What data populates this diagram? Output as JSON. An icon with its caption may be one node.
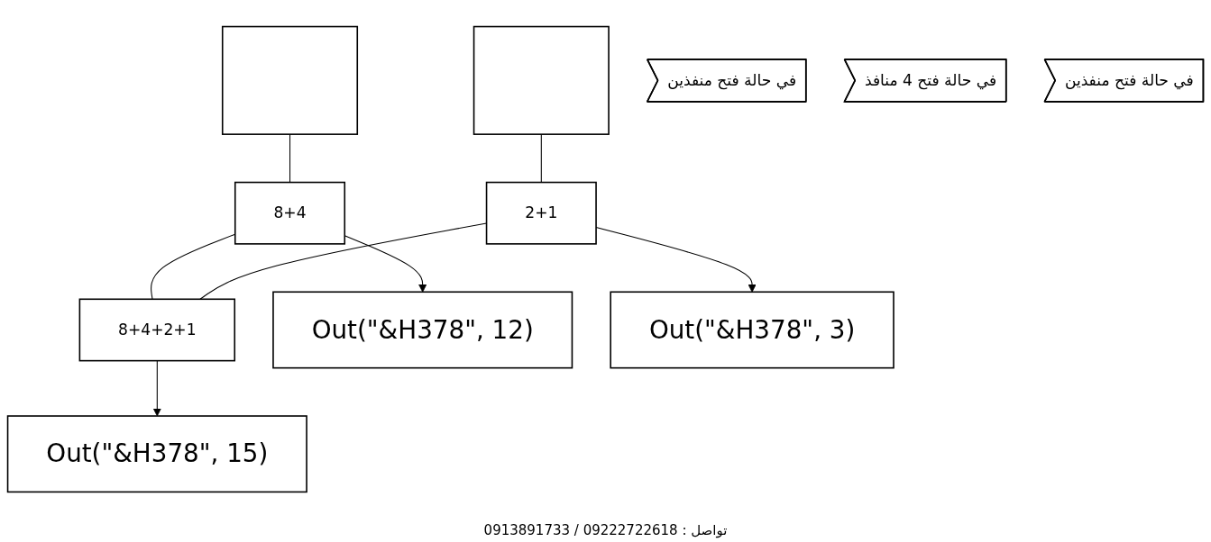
{
  "diagram": {
    "nodes": [
      {
        "text": [],
        "shape": "box"
      },
      {
        "text": [],
        "shape": "box"
      },
      {
        "text": [
          "8+4"
        ]
      },
      {
        "text": [
          "2+1"
        ]
      },
      {
        "text": [
          "8+4+2+1"
        ]
      },
      {
        "text": [
          "Out(\"&H378\", 12)"
        ]
      },
      {
        "text": [
          "Out(\"&H378\", 3)"
        ]
      },
      {
        "text": [
          "Out(\"&H378\", 15)"
        ]
      },
      {
        "text": [
          "في حالة فتح منفذين"
        ]
      },
      {
        "text": [
          "في حالة فتح 4 منافذ"
        ]
      },
      {
        "text": [
          "في حالة فتح منفذين"
        ]
      }
    ],
    "edges": [
      {
        "from": 0,
        "to": 2,
        "arrow": "none"
      },
      {
        "from": 1,
        "to": 3,
        "arrow": "none"
      },
      {
        "from": 2,
        "to": 4,
        "arrow": "none"
      },
      {
        "from": 3,
        "to": 4,
        "arrow": "none"
      },
      {
        "from": 2,
        "to": 5,
        "arrow": "to"
      },
      {
        "from": 3,
        "to": 6,
        "arrow": "to"
      },
      {
        "from": 4,
        "to": 7,
        "arrow": "to"
      }
    ],
    "labels": [
      "تواصل : 09222722618 / 0913891733"
    ]
  }
}
